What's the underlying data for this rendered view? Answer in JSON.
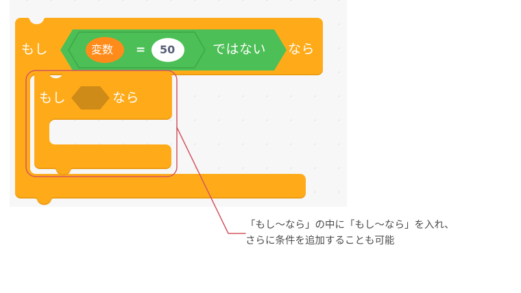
{
  "canvas": {
    "background_color": "#f7f7f8",
    "grid_dot_color": "#e4e4e6"
  },
  "colors": {
    "control_block": "#ffab19",
    "control_block_shadow": "#ec9c13",
    "control_block_inner_slot": "#cf8b17",
    "operator_block": "#4cbf56",
    "operator_block_stroke": "#3da647",
    "variable_block": "#ff8c1a",
    "number_input_fill": "#ffffff",
    "number_input_text": "#575e75",
    "annotation_red": "#d4555f",
    "caption_text": "#4b4b4b"
  },
  "blocks": {
    "outer_if": {
      "name": "if-then-block",
      "prefix_label": "もし",
      "suffix_label": "なら"
    },
    "condition": {
      "name": "not-block",
      "label": "ではない",
      "inner": {
        "name": "equals-block",
        "operator": "=",
        "left_operand": "変数",
        "right_operand": "50"
      }
    },
    "inner_if": {
      "name": "nested-if-then-block",
      "prefix_label": "もし",
      "suffix_label": "なら",
      "condition_slot": "empty-hexagon-slot"
    }
  },
  "annotation": {
    "highlight_name": "nested-block-highlight",
    "leader_line_name": "callout-leader-line",
    "caption_line1": "「もし〜なら」の中に「もし〜なら」を入れ、",
    "caption_line2": "さらに条件を追加することも可能"
  }
}
